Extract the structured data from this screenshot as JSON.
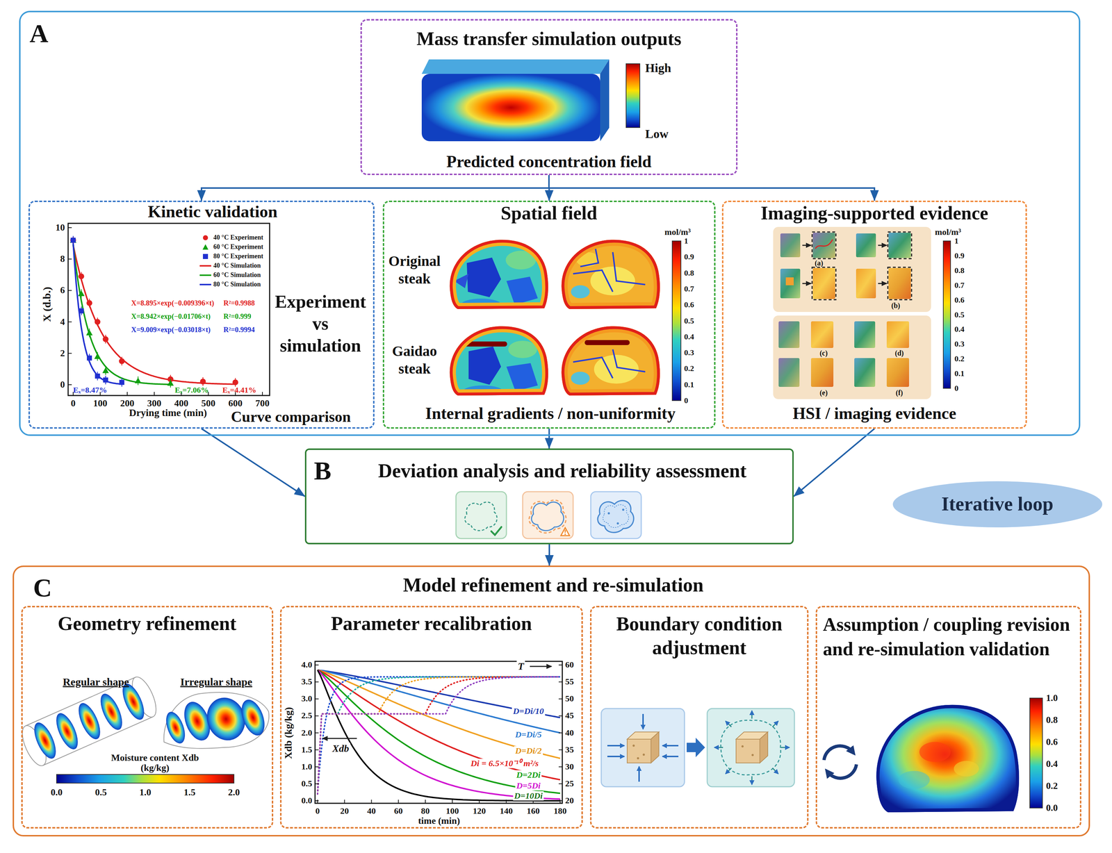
{
  "diagram": {
    "nodes": [
      {
        "text": [
          "A"
        ]
      },
      {
        "text": [
          "Mass transfer simulation outputs",
          "Predicted concentration field"
        ],
        "in": 0
      },
      {
        "text": [
          "Kinetic validation",
          "Experiment vs simulation",
          "Curve comparison"
        ],
        "in": 0
      },
      {
        "text": [
          "Spatial field",
          "Internal gradients / non-uniformity"
        ],
        "in": 0
      },
      {
        "text": [
          "Imaging-supported evidence",
          "HSI / imaging evidence"
        ],
        "in": 0
      },
      {
        "text": [
          "B",
          "Deviation analysis and reliability assessment"
        ]
      },
      {
        "text": [
          "Iterative loop"
        ]
      },
      {
        "text": [
          "C",
          "Model refinement and re-simulation"
        ]
      },
      {
        "text": [
          "Geometry refinement"
        ],
        "in": 7
      },
      {
        "text": [
          "Parameter recalibration"
        ],
        "in": 7
      },
      {
        "text": [
          "Boundary condition adjustment"
        ],
        "in": 7
      },
      {
        "text": [
          "Assumption / coupling revision and re-simulation validation"
        ],
        "in": 7
      }
    ],
    "edges": [
      {
        "from": 1,
        "to": 2,
        "arrow": "to"
      },
      {
        "from": 1,
        "to": 3,
        "arrow": "to"
      },
      {
        "from": 1,
        "to": 4,
        "arrow": "to"
      },
      {
        "from": 2,
        "to": 5,
        "arrow": "to"
      },
      {
        "from": 3,
        "to": 5,
        "arrow": "to"
      },
      {
        "from": 4,
        "to": 5,
        "arrow": "to"
      },
      {
        "from": 5,
        "to": 7,
        "arrow": "to"
      }
    ],
    "labels": [
      "High",
      "Low",
      "10",
      "8",
      "6",
      "4",
      "2",
      "0",
      "0",
      "100",
      "200",
      "300",
      "400",
      "500",
      "600",
      "700",
      "X (d.b.)",
      "Drying time (min)",
      "X=8.895×exp(−0.009396×t)",
      "R²=0.9988",
      "X=8.942×exp(−0.01706×t)",
      "R²=0.999",
      "X=9.009×exp(−0.03018×t)",
      "R²=0.9994",
      "Eₓ=8.47%",
      "Eₓ=7.06%",
      "Eₓ=4.41%",
      "Original steak",
      "Gaidao steak",
      "mol/m³",
      "1",
      "0.9",
      "0.8",
      "0.7",
      "0.6",
      "0.5",
      "0.4",
      "0.3",
      "0.2",
      "0.1",
      "0",
      "(a)",
      "(b)",
      "(c)",
      "(d)",
      "(e)",
      "(f)",
      "mol/m³",
      "1",
      "0.9",
      "0.8",
      "0.7",
      "0.6",
      "0.5",
      "0.4",
      "0.3",
      "0.2",
      "0.1",
      "0",
      "Regular shape",
      "Irregular shape",
      "Moisture content Xdb",
      "(kg/kg)",
      "0.0",
      "0.5",
      "1.0",
      "1.5",
      "2.0",
      "0.0",
      "0.5",
      "1.0",
      "1.5",
      "2.0",
      "2.5",
      "3.0",
      "3.5",
      "4.0",
      "20",
      "25",
      "30",
      "35",
      "40",
      "45",
      "50",
      "55",
      "60",
      "0",
      "20",
      "40",
      "60",
      "80",
      "100",
      "120",
      "140",
      "160",
      "180",
      "time (min)",
      "Xdb (kg/kg)",
      "Xdb",
      "T",
      "D=Di/10",
      "D=Di/5",
      "D=Di/2",
      "Di = 6.5×10⁻¹⁰ m²/s",
      "D=2Di",
      "D=5Di",
      "D=10Di",
      "1.0",
      "0.8",
      "0.6",
      "0.4",
      "0.2",
      "0.0"
    ],
    "legend": [
      {
        "text": "40 °C Experiment"
      },
      {
        "text": "60 °C Experiment"
      },
      {
        "text": "80 °C Experiment"
      },
      {
        "text": "40 °C Simulation"
      },
      {
        "text": "60 °C Simulation"
      },
      {
        "text": "80 °C Simulation"
      }
    ]
  }
}
